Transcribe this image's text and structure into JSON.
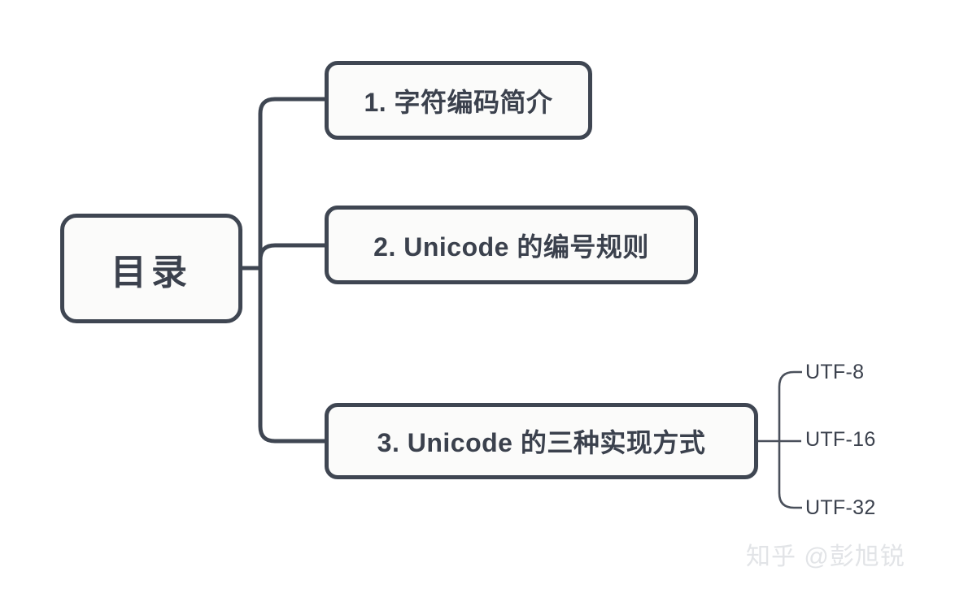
{
  "diagram": {
    "type": "mind-map",
    "title": "目录",
    "colors": {
      "stroke": "#3f4652",
      "node_fill": "#fbfbfa",
      "text": "#3b414d",
      "watermark": "#e2e4e7",
      "background": "#ffffff"
    },
    "root": {
      "label": "目录"
    },
    "branches": [
      {
        "index": "1",
        "label": "1. 字符编码简介",
        "children": []
      },
      {
        "index": "2",
        "label": "2. Unicode 的编号规则",
        "children": []
      },
      {
        "index": "3",
        "label": "3. Unicode 的三种实现方式",
        "children": [
          {
            "label": "UTF-8"
          },
          {
            "label": "UTF-16"
          },
          {
            "label": "UTF-32"
          }
        ]
      }
    ],
    "watermark": "知乎 @彭旭锐"
  }
}
